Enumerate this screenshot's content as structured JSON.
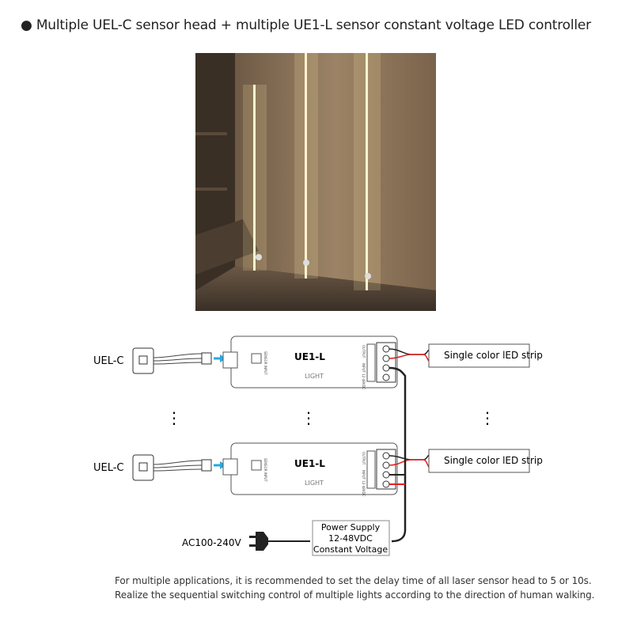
{
  "title": "● Multiple UEL-C sensor head + multiple UE1-L sensor constant voltage LED controller",
  "photo_icon": "wood-wall-led-lighting-photo",
  "diagram": {
    "sensor_label": "UEL-C",
    "controller_model": "UE1-L",
    "controller_brand": "LIGHT",
    "controller_sensor_port": "SENSOR INPUT",
    "controller_output": "OUTPUT",
    "controller_input": "INPUT 12-48VDC",
    "strip_label": "Single color lED strip",
    "ac_label": "AC100-240V",
    "psu_line1": "Power Supply",
    "psu_line2": "12-48VDC",
    "psu_line3": "Constant Voltage",
    "ellipsis": "⋮",
    "colors": {
      "arrow": "#29a8e0",
      "positive_wire": "#e02020",
      "negative_wire": "#222222"
    }
  },
  "notes": [
    "For multiple applications, it is recommended to set the delay time of all laser sensor head to 5 or 10s.",
    "Realize the sequential switching control of multiple lights according to the direction of human walking."
  ]
}
